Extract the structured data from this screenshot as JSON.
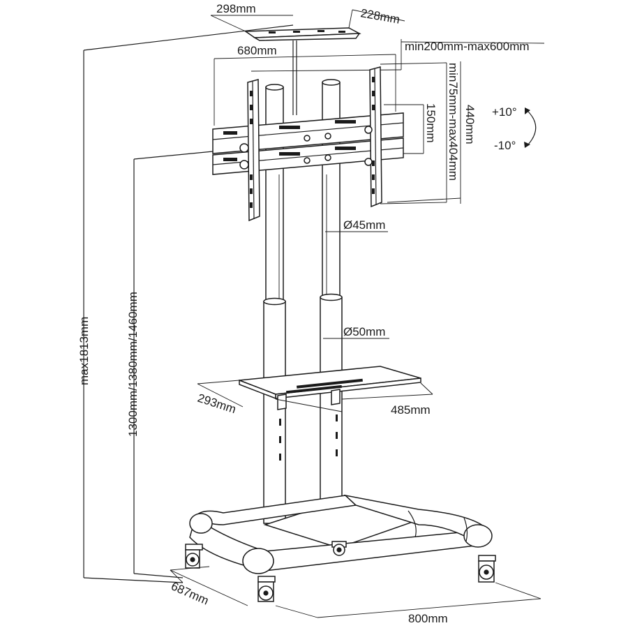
{
  "dimensions": {
    "top_shelf_width": "298mm",
    "top_shelf_depth": "228mm",
    "bracket_width": "680mm",
    "vesa_horizontal": "min200mm-max600mm",
    "vesa_vertical": "min75mm-max404mm",
    "bracket_height": "440mm",
    "bracket_slot": "150mm",
    "tilt_up": "+10°",
    "tilt_down": "-10°",
    "upper_pole_diameter": "Ø45mm",
    "lower_pole_diameter": "Ø50mm",
    "shelf_depth": "293mm",
    "shelf_width": "485mm",
    "max_height": "max1813mm",
    "mount_heights": "1300mm/1380mm/1460mm",
    "base_depth": "687mm",
    "base_width": "800mm"
  }
}
